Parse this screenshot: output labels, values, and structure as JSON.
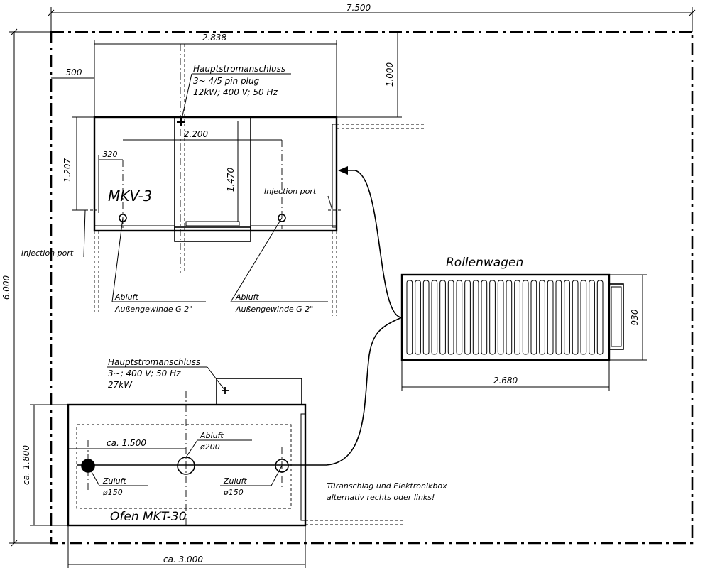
{
  "room": {
    "width_label": "7.500",
    "depth_label": "6.000"
  },
  "mkv": {
    "name": "MKV-3",
    "width_label": "2.838",
    "wall_offset_label": "500",
    "top_clearance_label": "1.000",
    "port_spacing_label": "2.200",
    "depth_label": "1.207",
    "inner_depth_label": "1.470",
    "port_offset_label": "320",
    "power": {
      "title": "Hauptstromanschluss",
      "line1": "3~   4/5 pin plug",
      "line2": "12kW;  400 V;  50 Hz"
    },
    "injection_port_left": "Injection port",
    "injection_port_right": "Injection port",
    "exhaust_left": {
      "title": "Abluft",
      "detail": "Außengewinde  G  2\""
    },
    "exhaust_right": {
      "title": "Abluft",
      "detail": "Außengewinde  G  2\""
    }
  },
  "cart": {
    "name": "Rollenwagen",
    "length_label": "2.680",
    "width_label": "930"
  },
  "oven": {
    "name": "Ofen  MKT-30",
    "width_label": "ca.  3.000",
    "depth_label": "ca.  1.800",
    "exhaust_offset_label": "ca.  1.500",
    "power": {
      "title": "Hauptstromanschluss",
      "line1": "3~;  400 V;  50 Hz",
      "line2": "27kW"
    },
    "exhaust": {
      "title": "Abluft",
      "size": "ø200"
    },
    "intake_left": {
      "title": "Zuluft",
      "size": "ø150"
    },
    "intake_right": {
      "title": "Zuluft",
      "size": "ø150"
    },
    "door_note_line1": "Türanschlag  und  Elektronikbox",
    "door_note_line2": "alternativ  rechts  oder  links!"
  }
}
